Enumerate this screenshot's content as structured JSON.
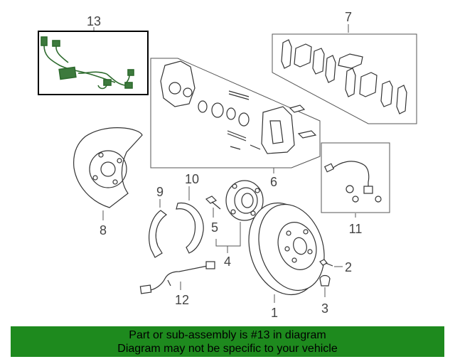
{
  "callouts": {
    "c1": "1",
    "c2": "2",
    "c3": "3",
    "c4": "4",
    "c5": "5",
    "c6": "6",
    "c7": "7",
    "c8": "8",
    "c9": "9",
    "c10": "10",
    "c11": "11",
    "c12": "12",
    "c13": "13"
  },
  "highlight_callout": "13",
  "colors": {
    "footer_bg": "#1e8a1e",
    "sensor_wire": "#2e6b2e"
  },
  "footer": {
    "line1": "Part or sub-assembly is #13 in diagram",
    "line2": "Diagram may not be specific to your vehicle"
  }
}
